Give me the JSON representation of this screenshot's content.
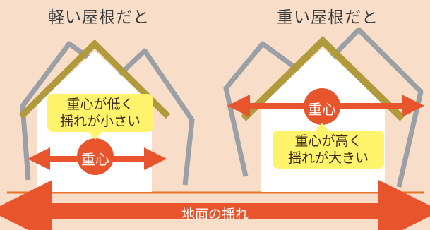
{
  "left_panel": {
    "title": "軽い屋根だと",
    "callout_line1": "重心が低く",
    "callout_line2": "揺れが小さい",
    "cog_label": "重心"
  },
  "right_panel": {
    "title": "重い屋根だと",
    "callout_line1": "重心が高く",
    "callout_line2": "揺れが大きい",
    "cog_label": "重心"
  },
  "ground": {
    "label": "地面の揺れ"
  },
  "colors": {
    "background": "#f8ddc8",
    "house_wall": "#ffffff",
    "roof_gold": "#b09a3c",
    "roof_grey": "#9aa0a6",
    "arrow": "#e8542c",
    "callout": "#fff36b",
    "ground_line": "#e8742c"
  }
}
